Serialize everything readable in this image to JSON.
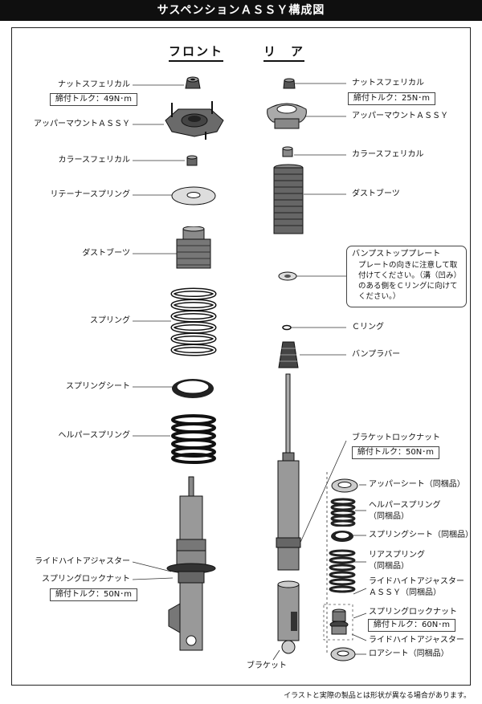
{
  "title": "サスペンションＡＳＳＹ構成図",
  "headings": {
    "front": "フロント",
    "rear": "リ　ア"
  },
  "front": {
    "nut": "ナットスフェリカル",
    "nut_torque": "締付トルク：49N･m",
    "upper_mount": "アッパーマウントＡＳＳＹ",
    "collar": "カラースフェリカル",
    "retainer_spring": "リテーナースプリング",
    "dust_boot": "ダストブーツ",
    "spring": "スプリング",
    "spring_seat": "スプリングシート",
    "helper_spring": "ヘルパースプリング",
    "ride_height_adjuster": "ライドハイトアジャスター",
    "spring_lock_nut": "スプリングロックナット",
    "spring_lock_torque": "締付トルク：50N･m"
  },
  "rear": {
    "nut": "ナットスフェリカル",
    "nut_torque": "締付トルク：25N･m",
    "upper_mount": "アッパーマウントＡＳＳＹ",
    "collar": "カラースフェリカル",
    "dust_boot": "ダストブーツ",
    "bump_plate_title": "バンプストッププレート",
    "bump_plate_note": "プレートの向きに注意して取付けてください。（溝（凹み）のある側をＣリングに向けてください。）",
    "c_ring": "Ｃリング",
    "bump_rubber": "バンプラバー",
    "bracket_lock_nut": "ブラケットロックナット",
    "bracket_lock_torque": "締付トルク：50N･m",
    "bracket": "ブラケット",
    "upper_sheet": "アッパーシート（同梱品）",
    "helper_spring_1": "ヘルパースプリング",
    "helper_spring_2": "（同梱品）",
    "spring_seat": "スプリングシート（同梱品）",
    "rear_spring_1": "リアスプリング",
    "rear_spring_2": "（同梱品）",
    "ride_height_assy_1": "ライドハイトアジャスター",
    "ride_height_assy_2": "ＡＳＳＹ（同梱品）",
    "spring_lock_nut": "スプリングロックナット",
    "spring_lock_torque": "締付トルク：60N･m",
    "ride_height_adjuster": "ライドハイトアジャスター",
    "lower_sheet": "ロアシート（同梱品）"
  },
  "footer": "イラストと実際の製品とは形状が異なる場合があります。"
}
